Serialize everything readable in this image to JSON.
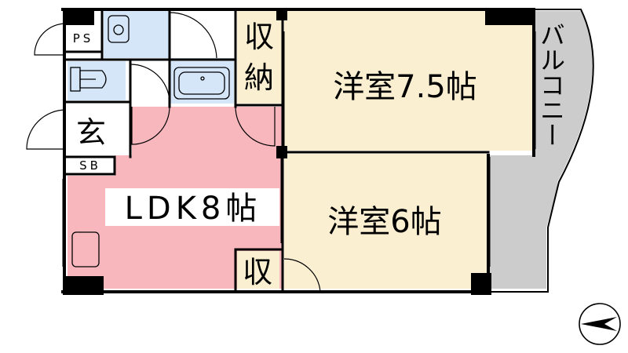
{
  "rooms": {
    "ps": "PS",
    "storage_top": "収納",
    "bedroom_large": "洋室7.5帖",
    "balcony": "バルコニー",
    "entrance": "玄",
    "shoe_box": "SB",
    "ldk": "LDK8帖",
    "bedroom_small": "洋室6帖",
    "storage_small": "収"
  },
  "colors": {
    "ldk_fill": "#f8b6bd",
    "bedroom_fill": "#fbefd2",
    "wet_area_fill": "#d5e6f8",
    "balcony_fill": "#cccccc",
    "wall": "#000000"
  },
  "icons": {
    "compass": "north-arrow-icon",
    "toilet": "toilet-icon",
    "bathtub": "bathtub-icon",
    "sink": "washbasin-icon",
    "kitchen": "kitchen-sink-icon"
  }
}
